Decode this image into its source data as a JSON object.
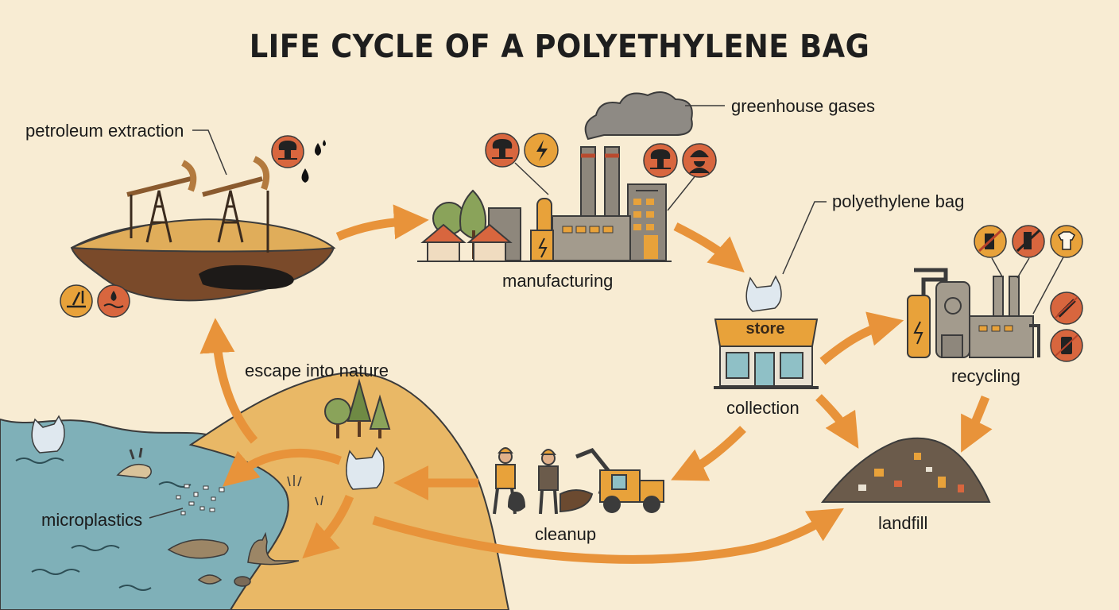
{
  "title": "LIFE CYCLE OF A POLYETHYLENE BAG",
  "labels": {
    "petroleum_extraction": "petroleum extraction",
    "greenhouse_gases": "greenhouse gases",
    "manufacturing": "manufacturing",
    "polyethylene_bag": "polyethylene bag",
    "store": "store",
    "collection": "collection",
    "recycling": "recycling",
    "escape_into_nature": "escape into nature",
    "cleanup": "cleanup",
    "landfill": "landfill",
    "microplastics": "microplastics"
  },
  "colors": {
    "background": "#f8ecd3",
    "arrow": "#e8933a",
    "icon_orange": "#e8a23a",
    "icon_red": "#d8663e",
    "water": "#7fb0b8",
    "sand": "#e9b866",
    "soil": "#7a4a2a"
  },
  "icons": {
    "extraction": [
      "explosion-icon",
      "oil-drops-icon",
      "deforestation-icon",
      "water-pollution-icon"
    ],
    "manufacturing": [
      "explosion-icon",
      "energy-icon",
      "explosion-icon",
      "worker-icon"
    ],
    "recycling": [
      "no-bottle-icon",
      "no-bottle-icon",
      "shirt-icon",
      "no-tool-icon",
      "no-phone-icon"
    ]
  }
}
